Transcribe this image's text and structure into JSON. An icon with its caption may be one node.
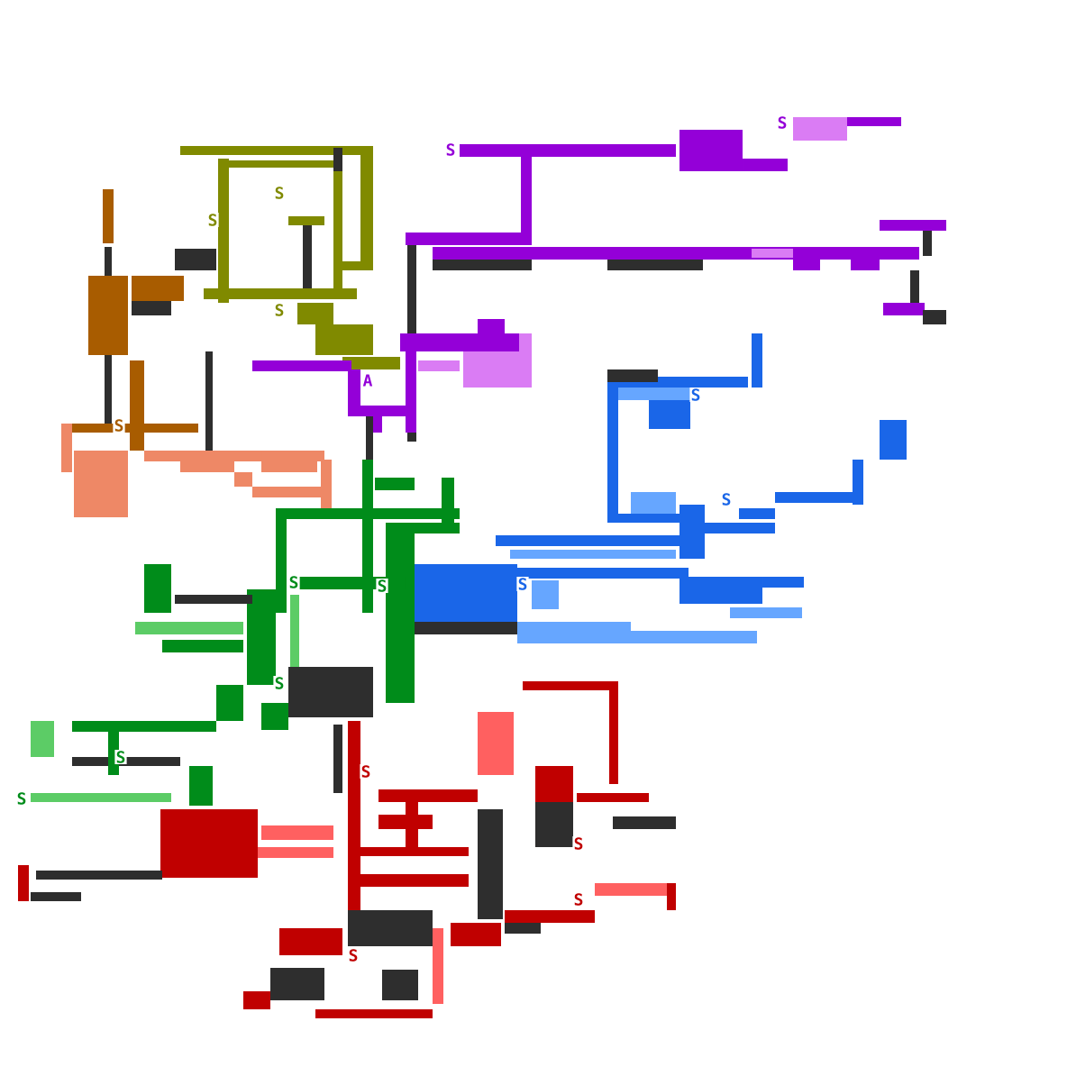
{
  "diagram": {
    "labels": [
      "S",
      "S",
      "S",
      "S",
      "S",
      "A",
      "S",
      "S",
      "S",
      "S",
      "S",
      "S",
      "S",
      "S",
      "S",
      "S",
      "S",
      "S",
      "S"
    ]
  }
}
